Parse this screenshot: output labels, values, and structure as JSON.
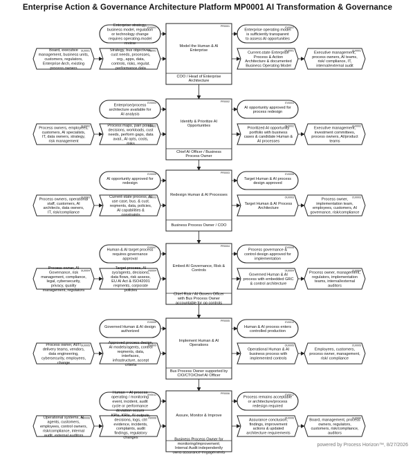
{
  "title": "Enterprise Action & Governance Architecture Platform     MP0001 AI Transformation & Governance",
  "footer": "powered by Process Horizon™, 8/27/2026",
  "sections": [
    {
      "event_in": {
        "id": "EV0001",
        "text": "Enterprise strategy, business model, regulation or technology change requires operating-model review"
      },
      "input": {
        "id": "IN0001",
        "text": "Strategy, bus objectives, cust needs, processes, org., apps, data, controls, risks, regulat. performance data"
      },
      "supplier": {
        "id": "SU0001",
        "text": "Board, executive management, business units, customers, regulators, Enterprise Arch, existing process owners"
      },
      "process": {
        "id": "PR0001",
        "text": "Model the Human & AI Enterprise"
      },
      "owner": "COO / Head of Enterprise Architecture",
      "event_out": {
        "id": "EV0002",
        "text": "Enterprise operating model is sufficiently transparent to assess AI opportunities"
      },
      "output": {
        "id": "OU0001",
        "text": "Current-state Enterprise Process & Action Architecture & documented Business Operating Model"
      },
      "customer": {
        "id": "CU0001",
        "text": "Executive management, process owners, AI teams, risk/ compliance, IT, internal/external audit"
      }
    },
    {
      "event_in": {
        "id": "EV0003",
        "text": "Enterprise/process architecture available for AI analysis"
      },
      "input": {
        "id": "IN0002",
        "text": "Process maps, pain points, decisions, workloads, cust needs, perform gaps, data avail., AI opts, costs, risks"
      },
      "supplier": {
        "id": "SU0002",
        "text": "Process owners, employees, customers, AI specialists, IT, data owners, strategy, risk management"
      },
      "process": {
        "id": "PR0002",
        "text": "Identify & Prioritize AI Opportunities"
      },
      "owner": "Chief AI Officer / Business Process Owner",
      "event_out": {
        "id": "EV0004",
        "text": "AI opportunity approved for process redesign"
      },
      "output": {
        "id": "OU0002",
        "text": "Prioritized AI opportunity portfolio with business cases & candidate Human & AI processes"
      },
      "customer": {
        "id": "CU0002",
        "text": "Executive management, investment committees, process owners, AI/product teams"
      }
    },
    {
      "event_in": {
        "id": "EV0005",
        "text": "AI opportunity approved for redesign"
      },
      "input": {
        "id": "IN0003",
        "text": "Current-state process, AI use case, bus. & cust. reqments, data, policies, AI capabilities & constraints"
      },
      "supplier": {
        "id": "SU0003",
        "text": "Process owners, operational staff, customers, AI architects, data owners, IT, risk/compliance"
      },
      "process": {
        "id": "PR0003",
        "text": "Redesign Human & AI Processes"
      },
      "owner": "Business Process Owner / COO",
      "event_out": {
        "id": "EV0006",
        "text": "Target Human & AI process design approved"
      },
      "output": {
        "id": "OU0003",
        "text": "Target Human & AI Process Architecture"
      },
      "customer": {
        "id": "CU0003",
        "text": "Process owner, implementation team, employees, customers, AI governance, risk/compliance"
      }
    },
    {
      "event_in": {
        "id": "EV0007",
        "text": "Human & AI target process requires governance approval"
      },
      "input": {
        "id": "IN0004",
        "text": "Target process, AI sys/agents, decisions, data flows, risk assess, EU AI Act & ISO42001 reqments, corporate policies"
      },
      "supplier": {
        "id": "SU0004",
        "text": "Process owner, AI Governance, risk management, compliance, legal, cybersecurity, privacy, quality management, regulators"
      },
      "process": {
        "id": "PR0004",
        "text": "Embed AI Governance, Risk & Controls"
      },
      "owner": "Chief Risk / AI Govern Officer with Bus Process Owner accountable for op controls",
      "event_out": {
        "id": "EV0008",
        "text": "Process governance & control design approved for implementation"
      },
      "output": {
        "id": "OU0004",
        "text": "Governed Human & AI process with embedded GRC & control architecture"
      },
      "customer": {
        "id": "CU0004",
        "text": "Process owner, management, regulators, implementation teams, internal/external auditors"
      }
    },
    {
      "event_in": {
        "id": "EV0009",
        "text": "Governed Human & AI design authorized"
      },
      "input": {
        "id": "IN0005",
        "text": "Approved process design, AI models/agents, control reqments, data, interfaces, infrastructure, accept criteria"
      },
      "supplier": {
        "id": "SU0005",
        "text": "Process owner, AI/IT delivery teams, vendors, data engineering, cybersecurity, employees, change"
      },
      "process": {
        "id": "PR0005",
        "text": "Implement Human & AI Operations"
      },
      "owner": "Bus Process Owner supported by CIO/CTO/Chief AI Officer",
      "event_out": {
        "id": "EV0010",
        "text": "Human & AI process enters controlled production"
      },
      "output": {
        "id": "OU0005",
        "text": "Operational Human & AI business process with implemented controls"
      },
      "customer": {
        "id": "CU0005",
        "text": "Employees, customers, process owner, management, risk/ compliance"
      }
    },
    {
      "event_in": {
        "id": "EV0011",
        "text": "Human + AI process operating / monitoring event, incident, audit cycle or performance deviation occurs"
      },
      "input": {
        "id": "IN0006",
        "text": "KPIs, KRIs, AI outputs, decisions, logs, ctrl evidence, incidents, complaints, audit findings, regulatory changes"
      },
      "supplier": {
        "id": "SU0006",
        "text": "Operational systems, AI agents, customers, employees, control owners, risk/compliance, internal audit, external auditors"
      },
      "process": {
        "id": "PR0006",
        "text": "Assure, Monitor & Improve"
      },
      "owner": "Business Process Owner for monitoring/improvement; Internal Audit independently owns assurance engagements",
      "event_out": {
        "id": "EV0012",
        "text": "Process remains acceptable or architecture/process redesign required"
      },
      "output": {
        "id": "OU0006",
        "text": "Assurance conclusion, findings, improvement actions & updated architecture requirements"
      },
      "customer": {
        "id": "CU0006",
        "text": "Board, management, process owners, regulators, customers, risk/compliance, auditors"
      }
    }
  ]
}
